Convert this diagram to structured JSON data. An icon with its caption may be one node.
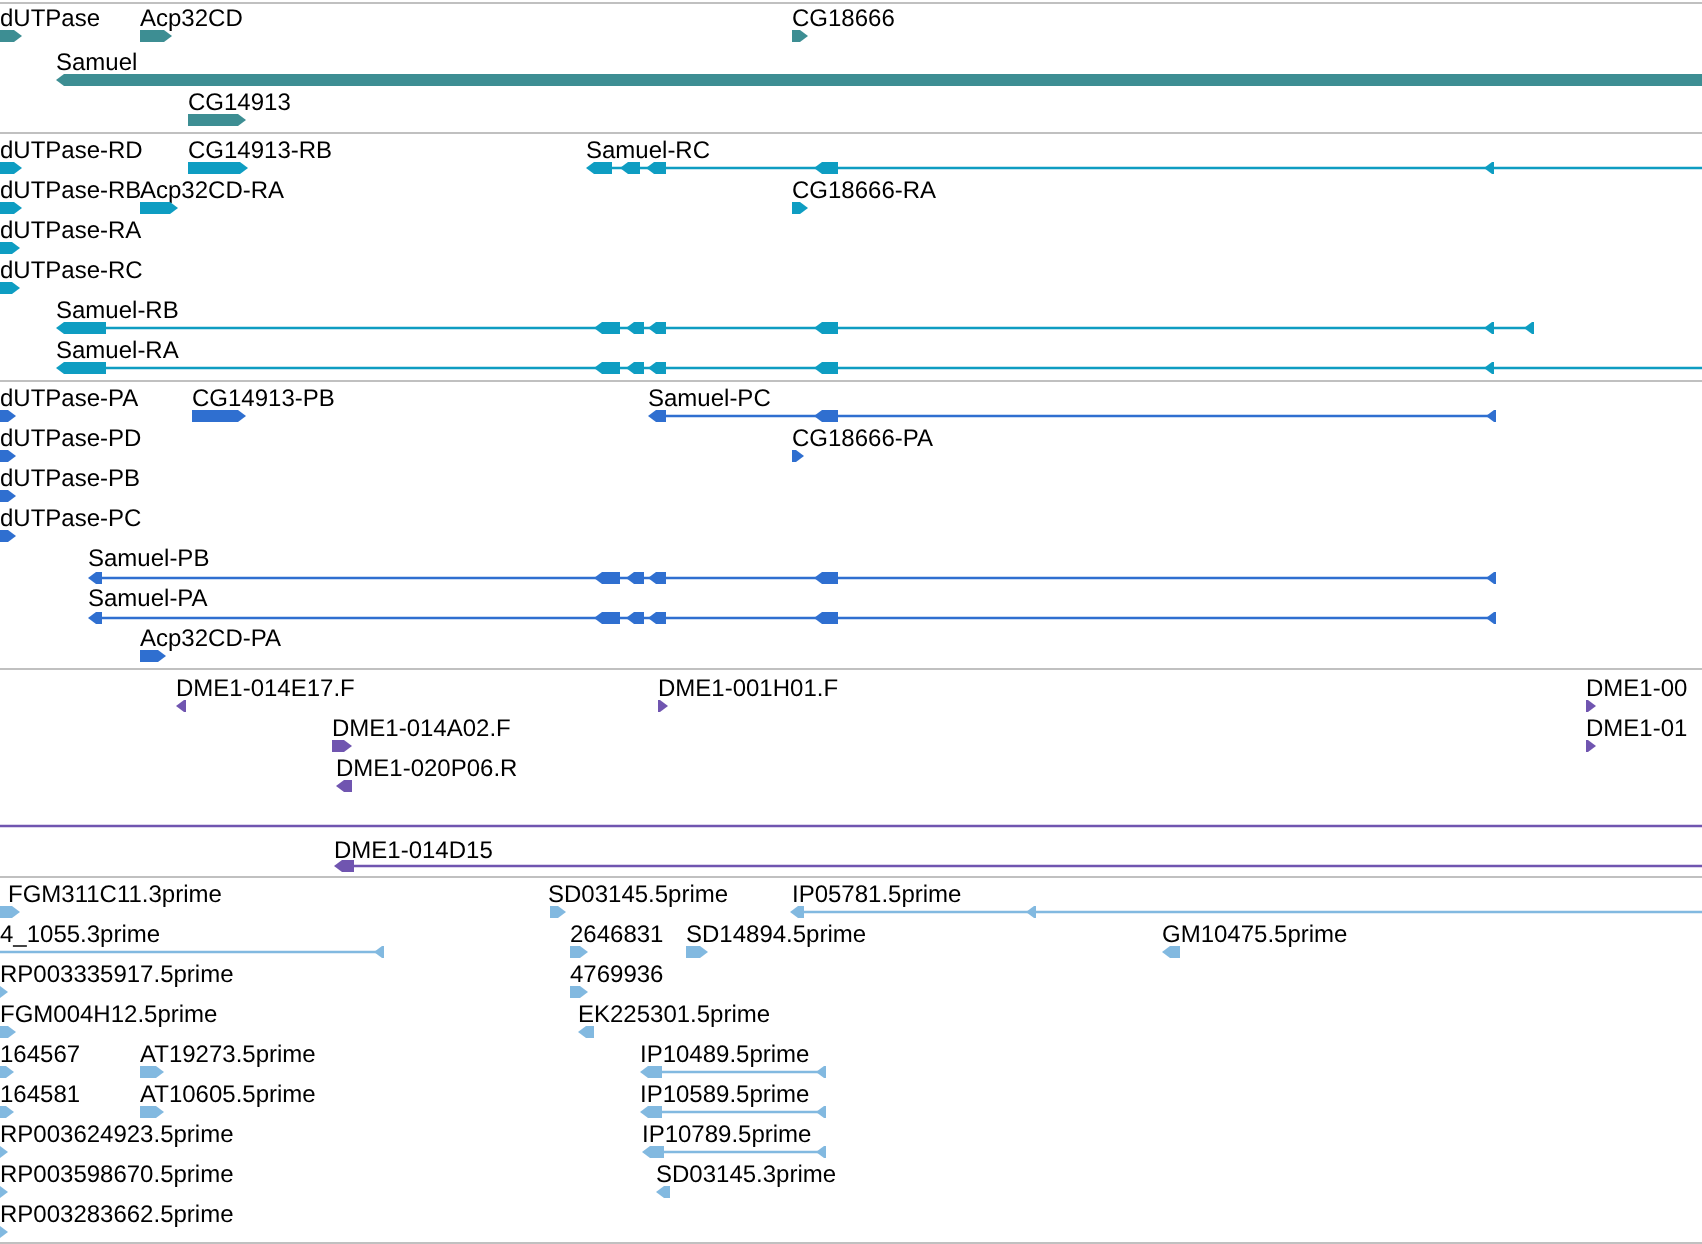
{
  "diagram": {
    "nodes": [
      {
        "text": [
          "dUTPase"
        ]
      },
      {
        "text": [
          "Acp32CD"
        ]
      },
      {
        "text": [
          "CG18666"
        ]
      },
      {
        "text": [
          "Samuel"
        ]
      },
      {
        "text": [
          "CG14913"
        ]
      },
      {
        "text": [
          "dUTPase-RD"
        ]
      },
      {
        "text": [
          "CG14913-RB"
        ]
      },
      {
        "text": [
          "Samuel-RC"
        ]
      },
      {
        "text": [
          "dUTPase-RB"
        ]
      },
      {
        "text": [
          "Acp32CD-RA"
        ]
      },
      {
        "text": [
          "CG18666-RA"
        ]
      },
      {
        "text": [
          "dUTPase-RA"
        ]
      },
      {
        "text": [
          "dUTPase-RC"
        ]
      },
      {
        "text": [
          "Samuel-RB"
        ]
      },
      {
        "text": [
          "Samuel-RA"
        ]
      },
      {
        "text": [
          "dUTPase-PA"
        ]
      },
      {
        "text": [
          "CG14913-PB"
        ]
      },
      {
        "text": [
          "Samuel-PC"
        ]
      },
      {
        "text": [
          "dUTPase-PD"
        ]
      },
      {
        "text": [
          "CG18666-PA"
        ]
      },
      {
        "text": [
          "dUTPase-PB"
        ]
      },
      {
        "text": [
          "dUTPase-PC"
        ]
      },
      {
        "text": [
          "Samuel-PB"
        ]
      },
      {
        "text": [
          "Samuel-PA"
        ]
      },
      {
        "text": [
          "Acp32CD-PA"
        ]
      },
      {
        "text": [
          "DME1-014E17.F"
        ]
      },
      {
        "text": [
          "DME1-001H01.F"
        ]
      },
      {
        "text": [
          "DME1-00"
        ]
      },
      {
        "text": [
          "DME1-014A02.F"
        ]
      },
      {
        "text": [
          "DME1-01"
        ]
      },
      {
        "text": [
          "DME1-020P06.R"
        ]
      },
      {
        "text": [],
        "shape": "bar"
      },
      {
        "text": [
          "DME1-014D15"
        ]
      },
      {
        "text": [
          "FGM311C11.3prime"
        ]
      },
      {
        "text": [
          "SD03145.5prime"
        ]
      },
      {
        "text": [
          "IP05781.5prime"
        ]
      },
      {
        "text": [
          "4_1055.3prime"
        ]
      },
      {
        "text": [
          "2646831"
        ]
      },
      {
        "text": [
          "SD14894.5prime"
        ]
      },
      {
        "text": [
          "GM10475.5prime"
        ]
      },
      {
        "text": [
          "RP003335917.5prime"
        ]
      },
      {
        "text": [
          "4769936"
        ]
      },
      {
        "text": [
          "FGM004H12.5prime"
        ]
      },
      {
        "text": [
          "EK225301.5prime"
        ]
      },
      {
        "text": [
          "164567"
        ]
      },
      {
        "text": [
          "AT19273.5prime"
        ]
      },
      {
        "text": [
          "IP10489.5prime"
        ]
      },
      {
        "text": [
          "164581"
        ]
      },
      {
        "text": [
          "AT10605.5prime"
        ]
      },
      {
        "text": [
          "IP10589.5prime"
        ]
      },
      {
        "text": [
          "RP003624923.5prime"
        ]
      },
      {
        "text": [
          "IP10789.5prime"
        ]
      },
      {
        "text": [
          "RP003598670.5prime"
        ]
      },
      {
        "text": [
          "SD03145.3prime"
        ]
      },
      {
        "text": [
          "RP003283662.5prime"
        ]
      }
    ]
  }
}
